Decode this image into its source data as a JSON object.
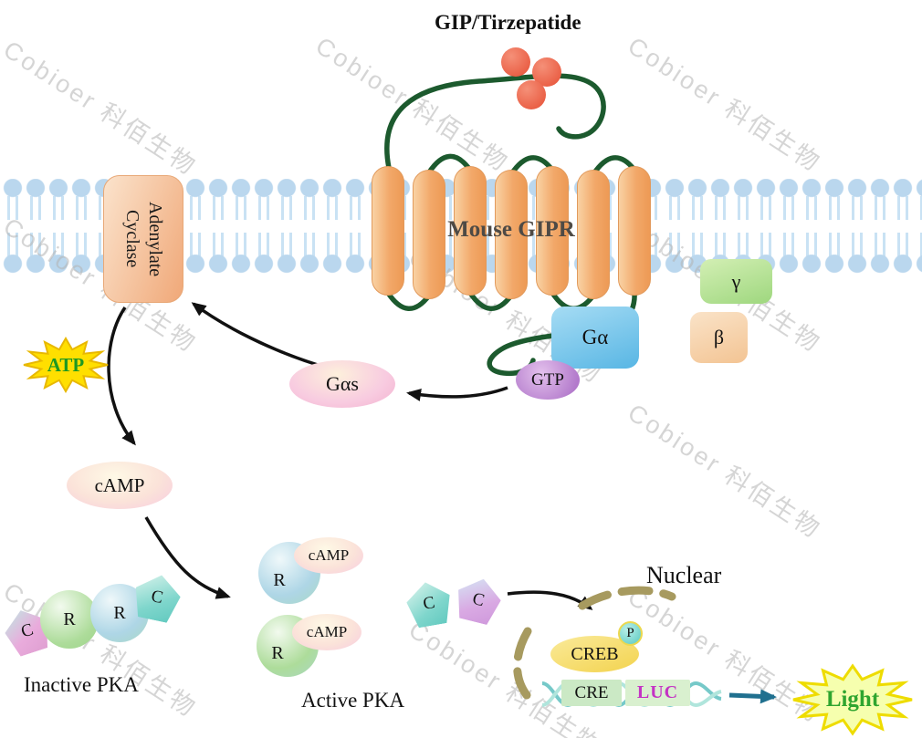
{
  "watermark": {
    "text": "Cobioer 科佰生物"
  },
  "title": "GIP/Tirzepatide",
  "receptor": {
    "label": "Mouse GIPR"
  },
  "adenylate_cyclase": {
    "line1": "Adenylate",
    "line2": "Cyclase"
  },
  "g_protein": {
    "alpha": "Gα",
    "beta": "β",
    "gamma": "γ",
    "alpha_s": "Gαs",
    "gtp": "GTP"
  },
  "molecules": {
    "atp": "ATP",
    "camp": "cAMP"
  },
  "pka": {
    "inactive_label": "Inactive PKA",
    "active_label": "Active PKA",
    "c": "C",
    "r": "R",
    "camp": "cAMP"
  },
  "nucleus": {
    "label": "Nuclear",
    "creb": "CREB",
    "phospho": "P",
    "cre": "CRE",
    "luc": "LUC"
  },
  "light": "Light",
  "colors": {
    "ligand_red": "#EA5F45",
    "helix_orange": "#F2A869",
    "membrane_blue": "#BAD7EE",
    "loop_green": "#1C5A2E",
    "g_alpha_blue": "#58B6E4",
    "gamma_green": "#9ED77E",
    "beta_peach": "#F3C493",
    "gtp_purple": "#B279CB",
    "gas_pink": "#F3B1CF",
    "atp_star_yellow": "#FFDF00",
    "atp_text_green": "#1F9922",
    "camp_cream": "#FBE3D9",
    "nuclear_envelope_tan": "#A79A5F",
    "creb_yellow": "#F3D34E",
    "cre_green": "#CBE9C5",
    "luc_magenta": "#C433C4",
    "dna_teal": "#76C9C9",
    "light_arrow_teal": "#20708F",
    "light_text_green": "#2FA52F"
  }
}
